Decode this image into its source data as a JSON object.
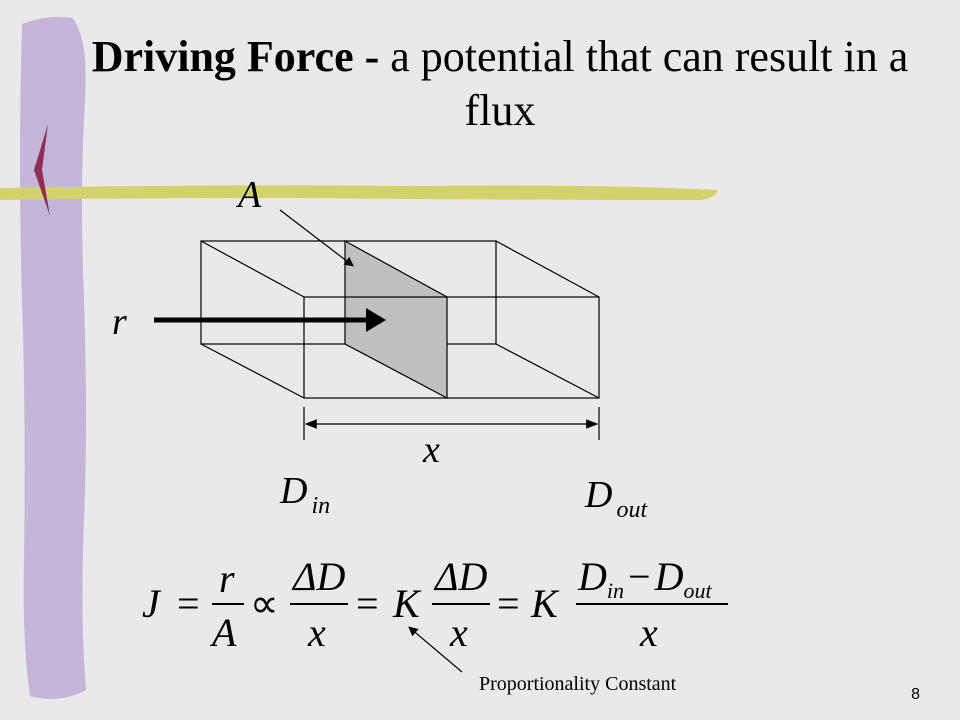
{
  "slide": {
    "title_bold": "Driving Force -",
    "title_rest": " a potential that can result in a flux",
    "page_number": "8"
  },
  "diagram": {
    "area_label": "A",
    "rate_label": "r",
    "length_label": "x",
    "d_in_main": "D",
    "d_in_sub": "in",
    "d_out_main": "D",
    "d_out_sub": "out"
  },
  "equation": {
    "J": "J",
    "eq": "=",
    "r": "r",
    "A": "A",
    "prop": "∝",
    "delta_d": "ΔD",
    "x": "x",
    "K": "K",
    "D": "D",
    "in": "in",
    "minus": "−",
    "out": "out",
    "annotation": "Proportionality Constant"
  },
  "colors": {
    "background": "#e9e9e9",
    "left_bar": "#c4b6d8",
    "accent_stroke": "#d2d36a",
    "chevron": "#8e2f55",
    "shaded_plane": "#c0c0c0"
  }
}
